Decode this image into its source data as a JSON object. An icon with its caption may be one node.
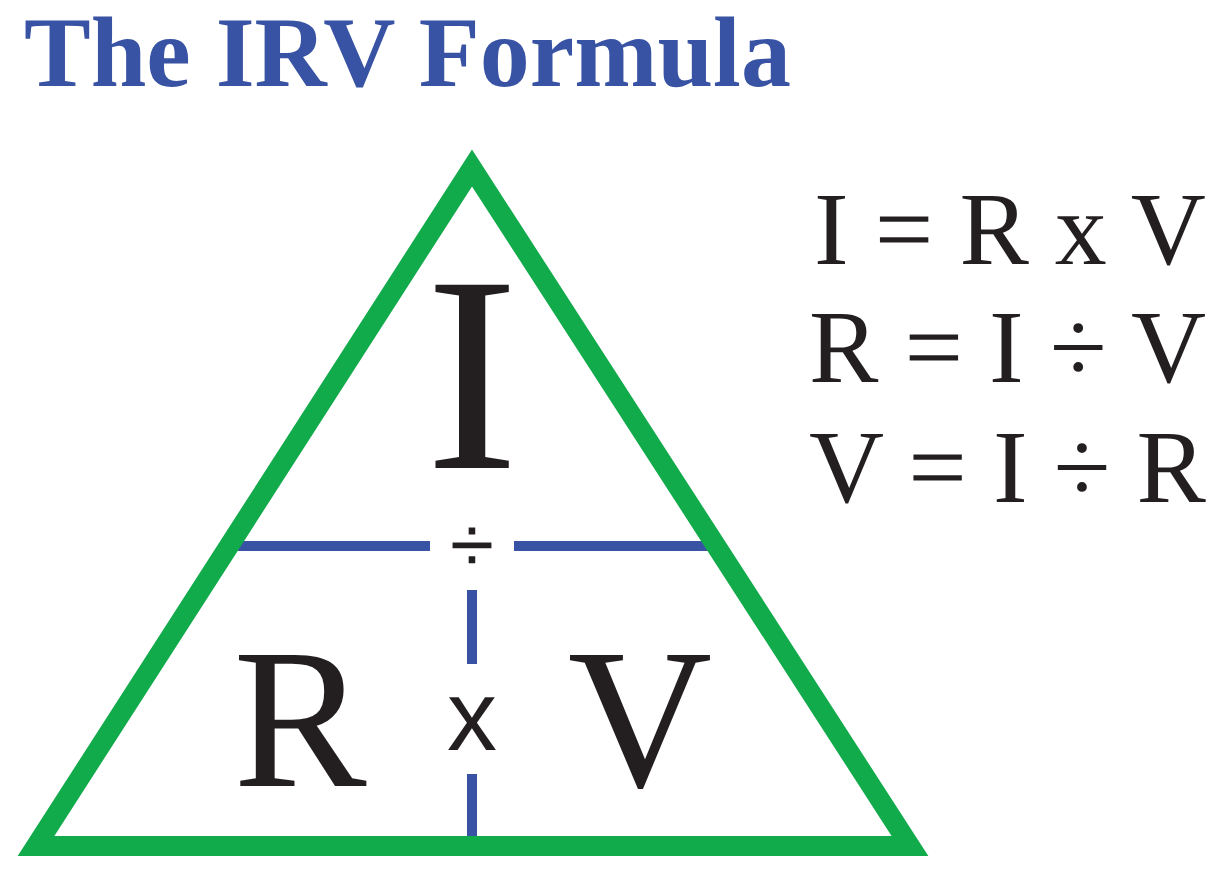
{
  "diagram": {
    "title": "The IRV Formula",
    "nodes": [
      {
        "text": [
          "I",
          "÷",
          "R",
          "x",
          "V"
        ]
      }
    ],
    "labels": [
      "I = R x V",
      "R = I ÷ V",
      "V = I ÷ R"
    ]
  }
}
